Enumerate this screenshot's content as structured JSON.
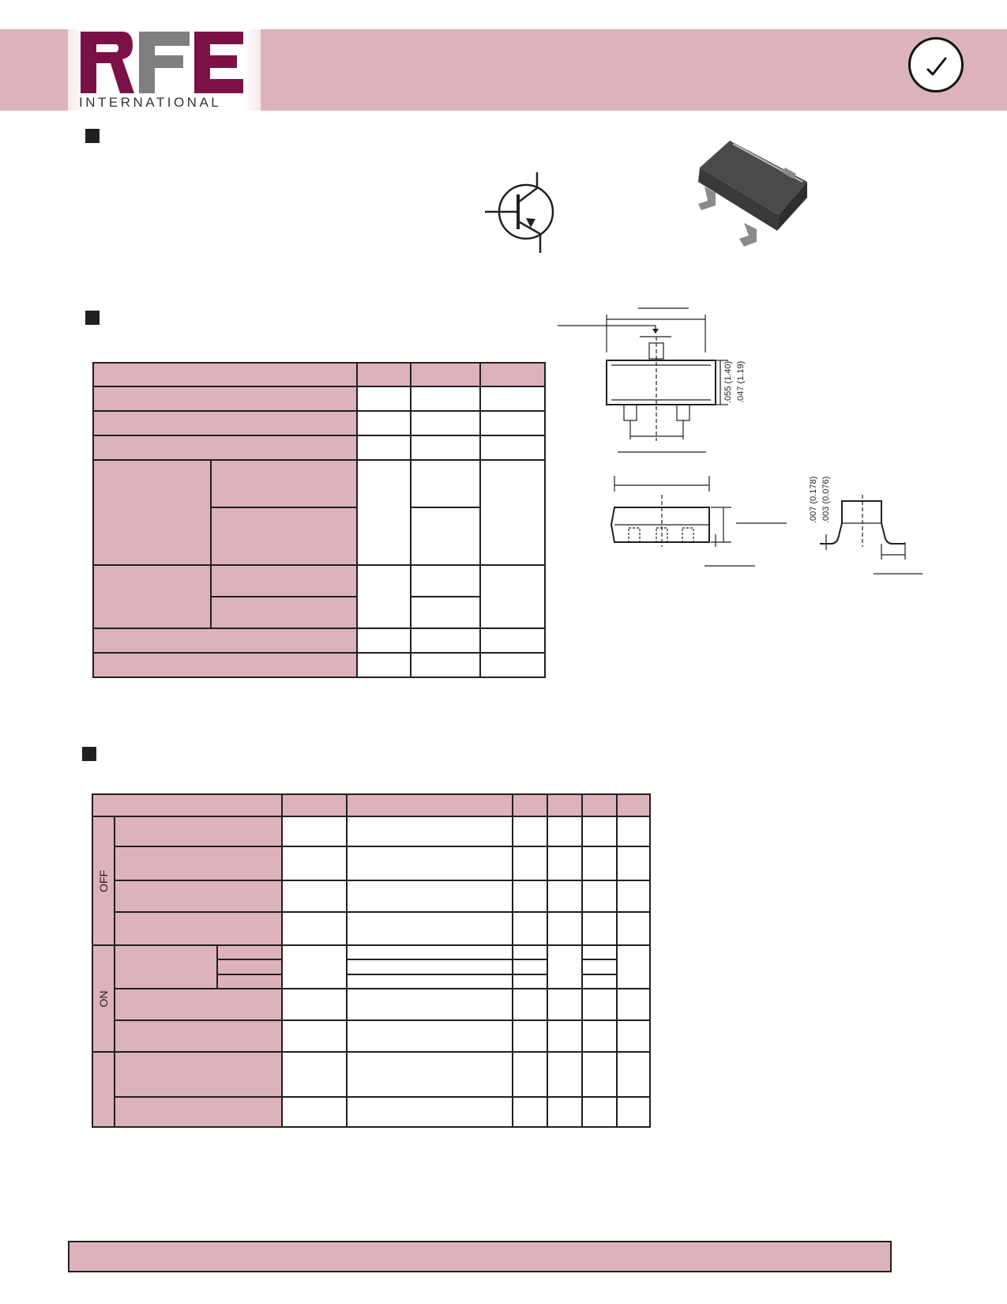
{
  "header": {
    "logo_letters": "RFE",
    "logo_tagline": "INTERNATIONAL",
    "check_mark": "✓"
  },
  "colors": {
    "accent_pink": "#ddb3bb",
    "brand_maroon": "#7b1147",
    "brand_gray": "#7f7f7f",
    "ink": "#231f20"
  },
  "package_drawing": {
    "height_dim_max": ".055 (1.40)",
    "height_dim_min": ".047 (1.19)",
    "lead_thickness_max": ".007 (0.178)",
    "lead_thickness_min": ".003 (0.076)"
  },
  "table2": {
    "group_labels": [
      "OFF",
      "ON"
    ]
  }
}
